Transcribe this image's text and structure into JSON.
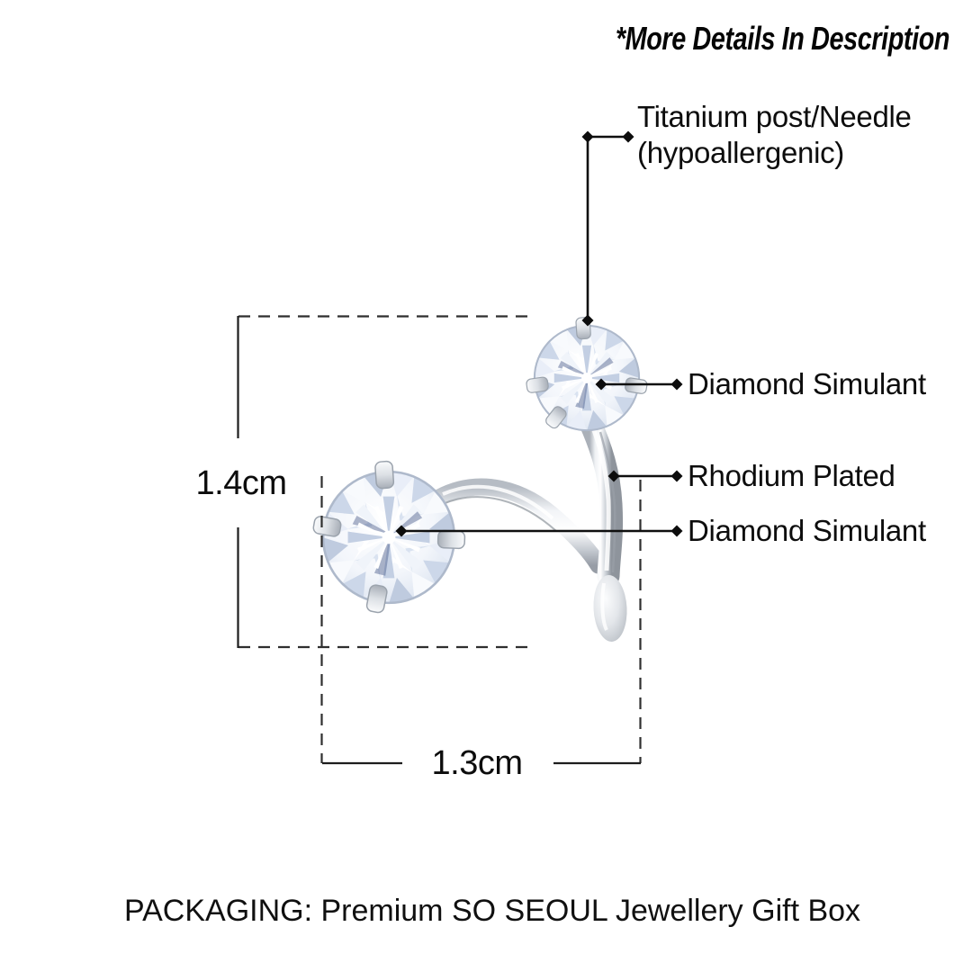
{
  "title": "*More Details In Description",
  "annotations": {
    "titanium_line1": "Titanium post/Needle",
    "titanium_line2": "(hypoallergenic)",
    "diamond_simulant_top": "Diamond Simulant",
    "rhodium_plated": "Rhodium Plated",
    "diamond_simulant_bottom": "Diamond Simulant"
  },
  "dimensions": {
    "height": "1.4cm",
    "width": "1.3cm"
  },
  "packaging_note": "PACKAGING: Premium SO SEOUL Jewellery Gift Box",
  "colors": {
    "background": "#ffffff",
    "text": "#0d0d0d",
    "callout_line": "#0f0f0f",
    "dimension_line": "#2f2f2f",
    "metal_light": "#f4f6f8",
    "metal_mid": "#c7ccd3",
    "metal_dark": "#9aa0a8",
    "stone_tint": "#dfe6f2"
  },
  "marker_shape": "diamond"
}
